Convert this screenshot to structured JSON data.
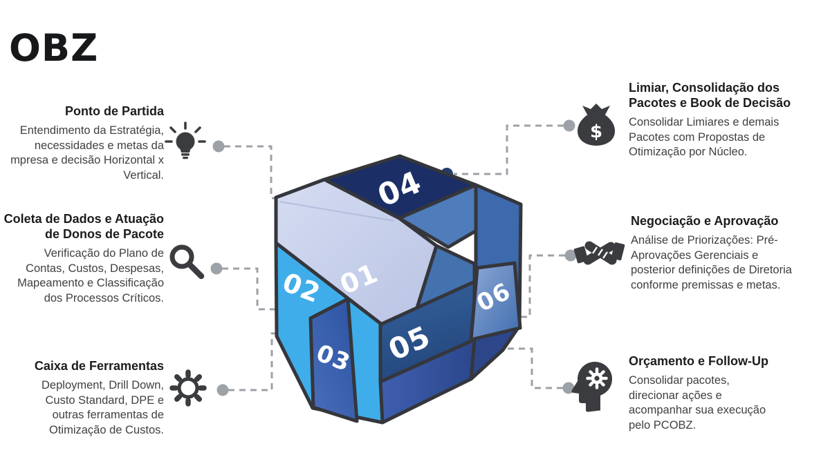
{
  "title": "OBZ",
  "cube_labels": [
    "01",
    "02",
    "03",
    "04",
    "05",
    "06"
  ],
  "icons": {
    "money_symbol": "$"
  },
  "sections": [
    {
      "heading": "Ponto de Partida",
      "body": "Entendimento da Estratégia, necessidades e metas da mpresa e decisão Horizontal x Vertical.",
      "icon": "lightbulb-icon",
      "side": "left"
    },
    {
      "heading": "Coleta de Dados e Atuação de Donos de Pacote",
      "body": "Verificação do Plano de Contas, Custos, Despesas, Mapeamento e Classificação dos Processos Críticos.",
      "icon": "magnifier-icon",
      "side": "left"
    },
    {
      "heading": "Caixa de Ferramentas",
      "body": "Deployment, Drill Down, Custo Standard, DPE e outras ferramentas de Otimização de Custos.",
      "icon": "gear-icon",
      "side": "left"
    },
    {
      "heading": "Limiar, Consolidação dos Pacotes e Book de Decisão",
      "body": "Consolidar Limiares e demais Pacotes com Propostas de Otimização por Núcleo.",
      "icon": "money-bag-icon",
      "side": "right"
    },
    {
      "heading": "Negociação e Aprovação",
      "body": "Análise de Priorizações: Pré-Aprovações Gerenciais e posterior definições de Diretoria conforme premissas e metas.",
      "icon": "handshake-icon",
      "side": "right"
    },
    {
      "heading": "Orçamento e Follow-Up",
      "body": "Consolidar pacotes, direcionar ações e acompanhar sua execução pelo PCOBZ.",
      "icon": "head-gear-icon",
      "side": "right"
    }
  ],
  "colors": {
    "navy": "#1b2f66",
    "lavender": "#c9d2ec",
    "light_blue": "#3fadea",
    "royal": "#3354a4",
    "steel": "#2b5590",
    "medium_blue": "#3d69ad",
    "top_strip": "#4f7cba",
    "connector": "#9da1a7",
    "outline": "#35363c",
    "heading_text": "#1c1c1e",
    "body_text": "#404043"
  }
}
